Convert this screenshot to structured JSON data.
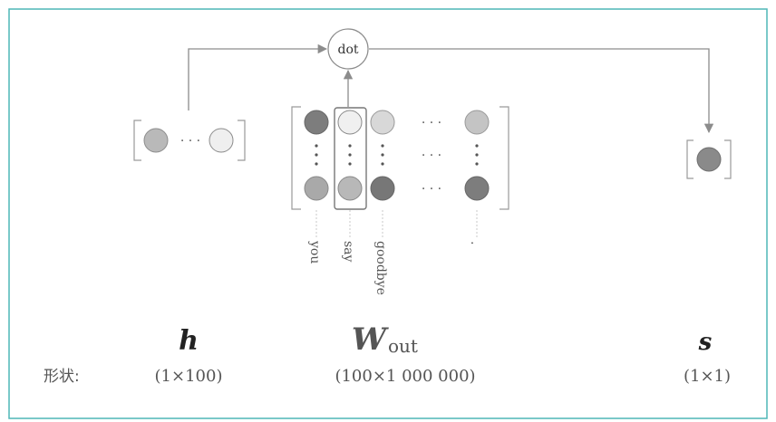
{
  "diagram": {
    "dot_node": {
      "label": "dot"
    },
    "h": {
      "symbol": "h",
      "shape": "(1×100)"
    },
    "w": {
      "symbol": "W",
      "subscript": "out",
      "shape": "(100×1 000 000)"
    },
    "s": {
      "symbol": "s",
      "shape": "(1×1)"
    },
    "shape_row_label": "形状:",
    "ellipsis": "· · ·",
    "column_words": [
      "you",
      "say",
      "goodbye",
      "."
    ],
    "colors": {
      "frame": "#4fb7b7",
      "line": "#8c8c8c",
      "dark_gray": "#7a7a7a",
      "mid_gray": "#a9a9a9",
      "light_gray": "#d6d6d6",
      "very_light": "#efefef",
      "text": "#555555"
    }
  }
}
